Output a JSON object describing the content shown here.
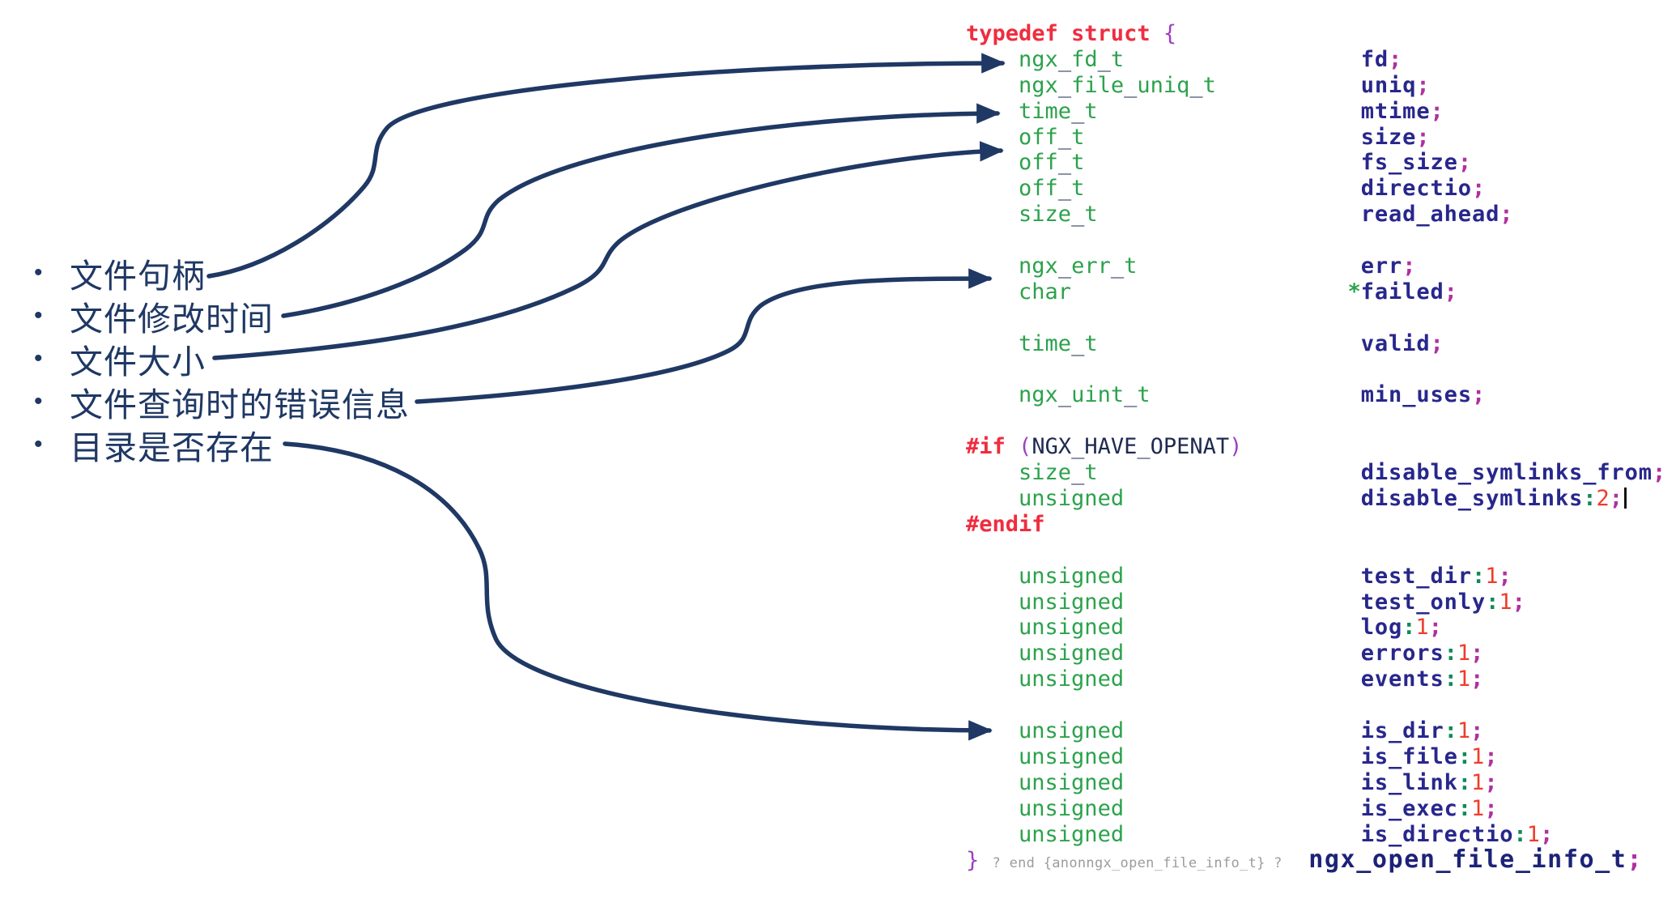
{
  "annotations": {
    "color": "#1f3864",
    "bullet_glyph": "•",
    "items": [
      {
        "label": "文件句柄"
      },
      {
        "label": "文件修改时间"
      },
      {
        "label": "文件大小"
      },
      {
        "label": "文件查询时的错误信息"
      },
      {
        "label": "目录是否存在"
      }
    ]
  },
  "code": {
    "palette": {
      "keyword": "#ef2d3f",
      "type": "#2ca24c",
      "type_underscore": "#1b2950",
      "name": "#28278c",
      "semicolon": "#b0309f",
      "brace": "#9d3fc0",
      "number": "#ee3d2d",
      "colon": "#0f8a55",
      "macro": "#1e2a52",
      "comment_gray": "#9c9c9c",
      "big_name": "#1c2377",
      "caret": "#111111",
      "arrow": "#1f3864"
    },
    "lines": [
      [
        [
          "typedef struct",
          "kw"
        ],
        [
          " ",
          "pl"
        ],
        [
          "{",
          "brace"
        ]
      ],
      [
        [
          "    ",
          "pl"
        ],
        [
          "ngx",
          "type"
        ],
        [
          "_",
          "td"
        ],
        [
          "fd",
          "type"
        ],
        [
          "_",
          "td"
        ],
        [
          "t",
          "type"
        ],
        [
          "                  ",
          "pl"
        ],
        [
          "fd",
          "name"
        ],
        [
          ";",
          "semi"
        ]
      ],
      [
        [
          "    ",
          "pl"
        ],
        [
          "ngx",
          "type"
        ],
        [
          "_",
          "td"
        ],
        [
          "file",
          "type"
        ],
        [
          "_",
          "td"
        ],
        [
          "uniq",
          "type"
        ],
        [
          "_",
          "td"
        ],
        [
          "t",
          "type"
        ],
        [
          "           ",
          "pl"
        ],
        [
          "uniq",
          "name"
        ],
        [
          ";",
          "semi"
        ]
      ],
      [
        [
          "    ",
          "pl"
        ],
        [
          "time",
          "type"
        ],
        [
          "_",
          "td"
        ],
        [
          "t",
          "type"
        ],
        [
          "                    ",
          "pl"
        ],
        [
          "mtime",
          "name"
        ],
        [
          ";",
          "semi"
        ]
      ],
      [
        [
          "    ",
          "pl"
        ],
        [
          "off",
          "type"
        ],
        [
          "_",
          "td"
        ],
        [
          "t",
          "type"
        ],
        [
          "                     ",
          "pl"
        ],
        [
          "size",
          "name"
        ],
        [
          ";",
          "semi"
        ]
      ],
      [
        [
          "    ",
          "pl"
        ],
        [
          "off",
          "type"
        ],
        [
          "_",
          "td"
        ],
        [
          "t",
          "type"
        ],
        [
          "                     ",
          "pl"
        ],
        [
          "fs_size",
          "name"
        ],
        [
          ";",
          "semi"
        ]
      ],
      [
        [
          "    ",
          "pl"
        ],
        [
          "off",
          "type"
        ],
        [
          "_",
          "td"
        ],
        [
          "t",
          "type"
        ],
        [
          "                     ",
          "pl"
        ],
        [
          "directio",
          "name"
        ],
        [
          ";",
          "semi"
        ]
      ],
      [
        [
          "    ",
          "pl"
        ],
        [
          "size",
          "type"
        ],
        [
          "_",
          "td"
        ],
        [
          "t",
          "type"
        ],
        [
          "                    ",
          "pl"
        ],
        [
          "read_ahead",
          "name"
        ],
        [
          ";",
          "semi"
        ]
      ],
      [],
      [
        [
          "    ",
          "pl"
        ],
        [
          "ngx",
          "type"
        ],
        [
          "_",
          "td"
        ],
        [
          "err",
          "type"
        ],
        [
          "_",
          "td"
        ],
        [
          "t",
          "type"
        ],
        [
          "                 ",
          "pl"
        ],
        [
          "err",
          "name"
        ],
        [
          ";",
          "semi"
        ]
      ],
      [
        [
          "    ",
          "pl"
        ],
        [
          "char",
          "type"
        ],
        [
          "                     ",
          "pl"
        ],
        [
          "*",
          "star"
        ],
        [
          "failed",
          "name"
        ],
        [
          ";",
          "semi"
        ]
      ],
      [],
      [
        [
          "    ",
          "pl"
        ],
        [
          "time",
          "type"
        ],
        [
          "_",
          "td"
        ],
        [
          "t",
          "type"
        ],
        [
          "                    ",
          "pl"
        ],
        [
          "valid",
          "name"
        ],
        [
          ";",
          "semi"
        ]
      ],
      [],
      [
        [
          "    ",
          "pl"
        ],
        [
          "ngx",
          "type"
        ],
        [
          "_",
          "td"
        ],
        [
          "uint",
          "type"
        ],
        [
          "_",
          "td"
        ],
        [
          "t",
          "type"
        ],
        [
          "                ",
          "pl"
        ],
        [
          "min_uses",
          "name"
        ],
        [
          ";",
          "semi"
        ]
      ],
      [],
      [
        [
          "#if",
          "kw"
        ],
        [
          " ",
          "pl"
        ],
        [
          "(",
          "brace"
        ],
        [
          "NGX_HAVE_OPENAT",
          "macro"
        ],
        [
          ")",
          "brace"
        ]
      ],
      [
        [
          "    ",
          "pl"
        ],
        [
          "size",
          "type"
        ],
        [
          "_",
          "td"
        ],
        [
          "t",
          "type"
        ],
        [
          "                    ",
          "pl"
        ],
        [
          "disable_symlinks_from",
          "name"
        ],
        [
          ";",
          "semi"
        ]
      ],
      [
        [
          "    ",
          "pl"
        ],
        [
          "unsigned",
          "type"
        ],
        [
          "                  ",
          "pl"
        ],
        [
          "disable_symlinks",
          "name"
        ],
        [
          ":",
          "colon"
        ],
        [
          "2",
          "num"
        ],
        [
          ";",
          "semi"
        ],
        [
          "",
          "caret"
        ]
      ],
      [
        [
          "#endif",
          "kw"
        ]
      ],
      [],
      [
        [
          "    ",
          "pl"
        ],
        [
          "unsigned",
          "type"
        ],
        [
          "                  ",
          "pl"
        ],
        [
          "test_dir",
          "name"
        ],
        [
          ":",
          "colon"
        ],
        [
          "1",
          "num"
        ],
        [
          ";",
          "semi"
        ]
      ],
      [
        [
          "    ",
          "pl"
        ],
        [
          "unsigned",
          "type"
        ],
        [
          "                  ",
          "pl"
        ],
        [
          "test_only",
          "name"
        ],
        [
          ":",
          "colon"
        ],
        [
          "1",
          "num"
        ],
        [
          ";",
          "semi"
        ]
      ],
      [
        [
          "    ",
          "pl"
        ],
        [
          "unsigned",
          "type"
        ],
        [
          "                  ",
          "pl"
        ],
        [
          "log",
          "name"
        ],
        [
          ":",
          "colon"
        ],
        [
          "1",
          "num"
        ],
        [
          ";",
          "semi"
        ]
      ],
      [
        [
          "    ",
          "pl"
        ],
        [
          "unsigned",
          "type"
        ],
        [
          "                  ",
          "pl"
        ],
        [
          "errors",
          "name"
        ],
        [
          ":",
          "colon"
        ],
        [
          "1",
          "num"
        ],
        [
          ";",
          "semi"
        ]
      ],
      [
        [
          "    ",
          "pl"
        ],
        [
          "unsigned",
          "type"
        ],
        [
          "                  ",
          "pl"
        ],
        [
          "events",
          "name"
        ],
        [
          ":",
          "colon"
        ],
        [
          "1",
          "num"
        ],
        [
          ";",
          "semi"
        ]
      ],
      [],
      [
        [
          "    ",
          "pl"
        ],
        [
          "unsigned",
          "type"
        ],
        [
          "                  ",
          "pl"
        ],
        [
          "is_dir",
          "name"
        ],
        [
          ":",
          "colon"
        ],
        [
          "1",
          "num"
        ],
        [
          ";",
          "semi"
        ]
      ],
      [
        [
          "    ",
          "pl"
        ],
        [
          "unsigned",
          "type"
        ],
        [
          "                  ",
          "pl"
        ],
        [
          "is_file",
          "name"
        ],
        [
          ":",
          "colon"
        ],
        [
          "1",
          "num"
        ],
        [
          ";",
          "semi"
        ]
      ],
      [
        [
          "    ",
          "pl"
        ],
        [
          "unsigned",
          "type"
        ],
        [
          "                  ",
          "pl"
        ],
        [
          "is_link",
          "name"
        ],
        [
          ":",
          "colon"
        ],
        [
          "1",
          "num"
        ],
        [
          ";",
          "semi"
        ]
      ],
      [
        [
          "    ",
          "pl"
        ],
        [
          "unsigned",
          "type"
        ],
        [
          "                  ",
          "pl"
        ],
        [
          "is_exec",
          "name"
        ],
        [
          ":",
          "colon"
        ],
        [
          "1",
          "num"
        ],
        [
          ";",
          "semi"
        ]
      ],
      [
        [
          "    ",
          "pl"
        ],
        [
          "unsigned",
          "type"
        ],
        [
          "                  ",
          "pl"
        ],
        [
          "is_directio",
          "name"
        ],
        [
          ":",
          "colon"
        ],
        [
          "1",
          "num"
        ],
        [
          ";",
          "semi"
        ]
      ],
      [
        [
          "}",
          "brace"
        ],
        [
          " ",
          "pl"
        ],
        [
          "? end {anonngx_open_file_info_t} ?",
          "gray"
        ],
        [
          "  ",
          "pl"
        ],
        [
          "ngx_open_file_info_t",
          "big"
        ],
        [
          ";",
          "bigsemi"
        ]
      ]
    ]
  }
}
